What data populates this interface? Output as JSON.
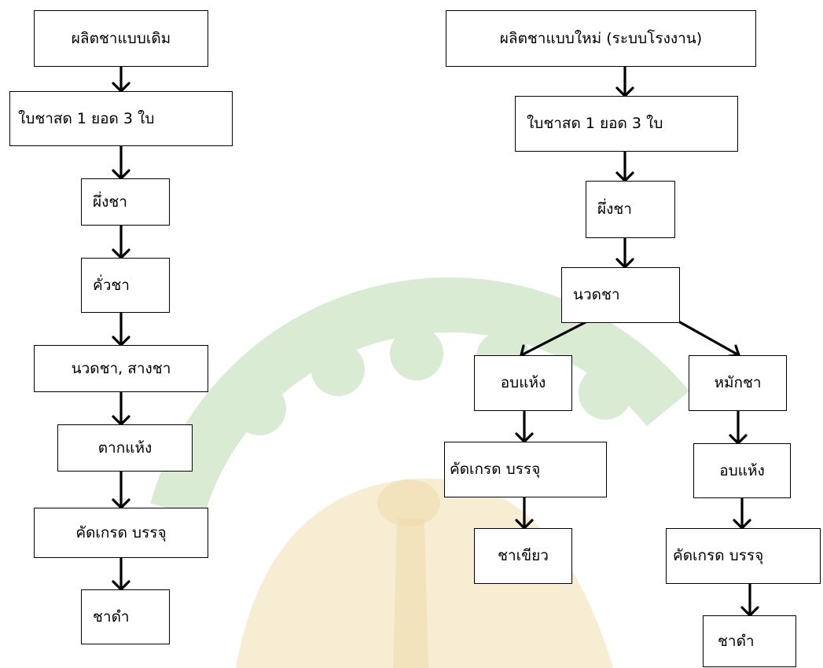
{
  "traditional": {
    "title": "ผลิตชาแบบเดิม",
    "steps": {
      "fresh_leaves": "ใบชาสด 1 ยอด 3 ใบ",
      "wither": "ผึ่งชา",
      "roast": "คั่วชา",
      "roll_wash": "นวดชา, สางชา",
      "sun_dry": "ตากแห้ง",
      "grade_pack": "คัดเกรด บรรจุ",
      "black_tea": "ชาดำ"
    }
  },
  "modern": {
    "title": "ผลิตชาแบบใหม่ (ระบบโรงงาน)",
    "steps": {
      "fresh_leaves": "ใบชาสด 1 ยอด 3 ใบ",
      "wither": "ผึ่งชา",
      "roll": "นวดชา"
    },
    "left_branch": {
      "dry": "อบแห้ง",
      "grade_pack": "คัดเกรด บรรจุ",
      "green_tea": "ชาเขียว"
    },
    "right_branch": {
      "ferment": "หมักชา",
      "dry": "อบแห้ง",
      "grade_pack": "คัดเกรด บรรจุ",
      "black_tea": "ชาดำ"
    }
  },
  "colors": {
    "watermark_green": "#d9ebd3",
    "watermark_gold": "#f3e6bf",
    "stroke": "#000000"
  }
}
